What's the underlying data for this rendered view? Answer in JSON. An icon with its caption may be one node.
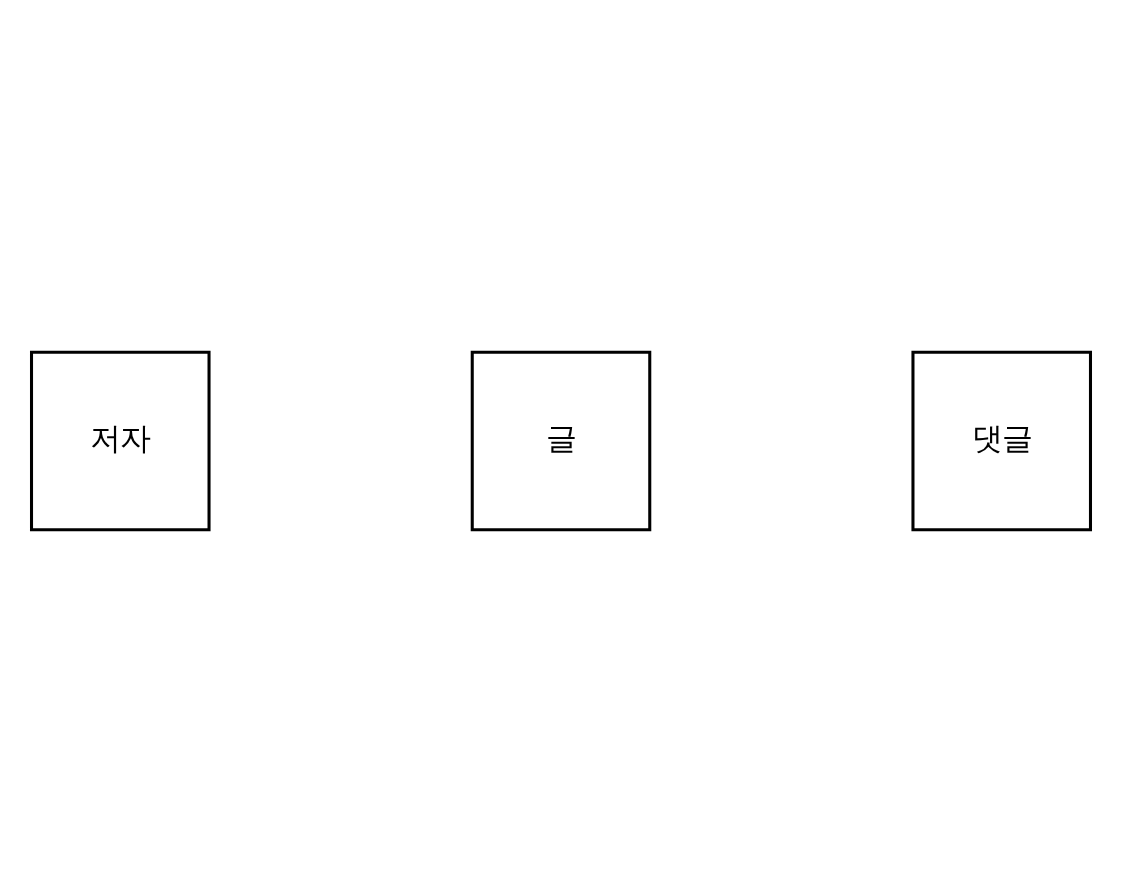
{
  "diagram": {
    "nodes": [
      {
        "text": [
          "저자"
        ]
      },
      {
        "text": [
          "글"
        ]
      },
      {
        "text": [
          "댓글"
        ]
      }
    ]
  }
}
